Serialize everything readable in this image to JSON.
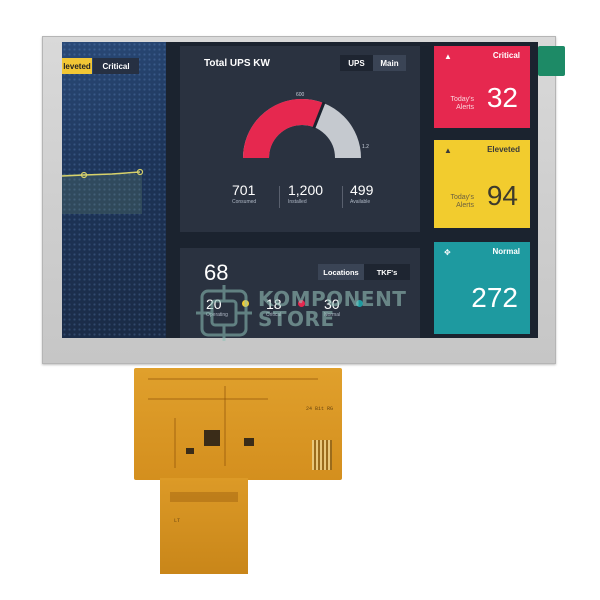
{
  "map_panel": {
    "pill_eleveted": "leveted",
    "pill_critical": "Critical"
  },
  "ups_panel": {
    "title": "Total UPS KW",
    "toggle": [
      "UPS",
      "Main"
    ],
    "gauge_top_label": "600",
    "gauge_right_label": "1.2",
    "gauge_value_fraction": 0.62,
    "stats": [
      {
        "value": "701",
        "label": "Consumed"
      },
      {
        "value": "1,200",
        "label": "Installed"
      },
      {
        "value": "499",
        "label": "Available"
      }
    ]
  },
  "locations_panel": {
    "total": "68",
    "toggle": [
      "Locations",
      "TKF's"
    ],
    "stats": [
      {
        "value": "20",
        "label": "Operating",
        "color": "#f2cc2e"
      },
      {
        "value": "18",
        "label": "Critical",
        "color": "#e6284f"
      },
      {
        "value": "30",
        "label": "Normal",
        "color": "#1e9aa0"
      }
    ]
  },
  "tiles": {
    "critical": {
      "label": "Critical",
      "sub": "Today's Alerts",
      "value": "32",
      "color": "#e6284f",
      "icon": "bell-icon"
    },
    "eleveted": {
      "label": "Eleveted",
      "sub": "Today's Alerts",
      "value": "94",
      "color": "#f2cc2e",
      "icon": "bell-icon"
    },
    "normal": {
      "label": "Normal",
      "value": "272",
      "color": "#1e9aa0",
      "icon": "satellite-icon"
    }
  },
  "watermark": {
    "line1": "KOMPONENT",
    "line2": "STORE"
  },
  "fpc": {
    "print1": "24 Bit RG",
    "print2": "LT"
  }
}
